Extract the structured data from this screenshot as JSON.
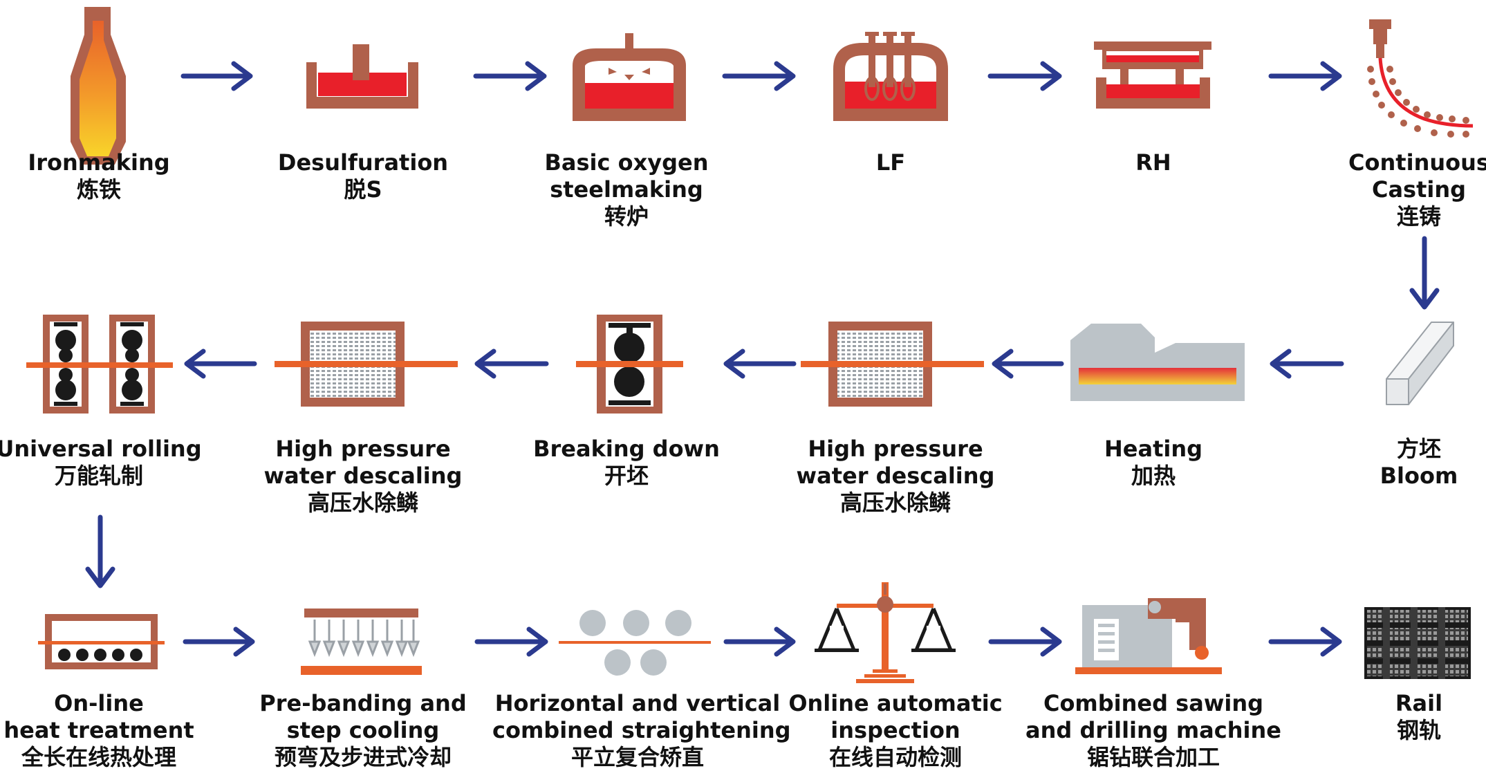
{
  "colors": {
    "brown": "#b0614b",
    "red": "#e8202a",
    "arrow": "#2b3a8f",
    "orange": "#e8622a",
    "gray": "#bcc3c8",
    "dark": "#1a1a1a",
    "yellow": "#f6c52a"
  },
  "steps": {
    "ironmaking": {
      "en": "Ironmaking",
      "zh": "炼铁"
    },
    "desulfuration": {
      "en": "Desulfuration",
      "zh": "脱S"
    },
    "bof": {
      "en1": "Basic oxygen",
      "en2": "steelmaking",
      "zh": "转炉"
    },
    "lf": {
      "en": "LF"
    },
    "rh": {
      "en": "RH"
    },
    "casting": {
      "en1": "Continuous",
      "en2": "Casting",
      "zh": "连铸"
    },
    "universal": {
      "en": "Universal rolling",
      "zh": "万能轧制"
    },
    "descaling1": {
      "en1": "High pressure",
      "en2": "water descaling",
      "zh": "高压水除鳞"
    },
    "breaking": {
      "en": "Breaking down",
      "zh": "开坯"
    },
    "descaling2": {
      "en1": "High pressure",
      "en2": "water descaling",
      "zh": "高压水除鳞"
    },
    "heating": {
      "en": "Heating",
      "zh": "加热"
    },
    "bloom": {
      "zh": "方坯",
      "en": "Bloom"
    },
    "heat_treatment": {
      "en1": "On-line",
      "en2": "heat treatment",
      "zh": "全长在线热处理"
    },
    "cooling": {
      "en1": "Pre-banding and",
      "en2": "step cooling",
      "zh": "预弯及步进式冷却"
    },
    "straightening": {
      "en1": "Horizontal and vertical",
      "en2": "combined straightening",
      "zh": "平立复合矫直"
    },
    "inspection": {
      "en1": "Online automatic",
      "en2": "inspection",
      "zh": "在线自动检测"
    },
    "sawing": {
      "en1": "Combined sawing",
      "en2": "and drilling machine",
      "zh": "锯钻联合加工"
    },
    "rail": {
      "en": "Rail",
      "zh": "钢轨"
    }
  }
}
